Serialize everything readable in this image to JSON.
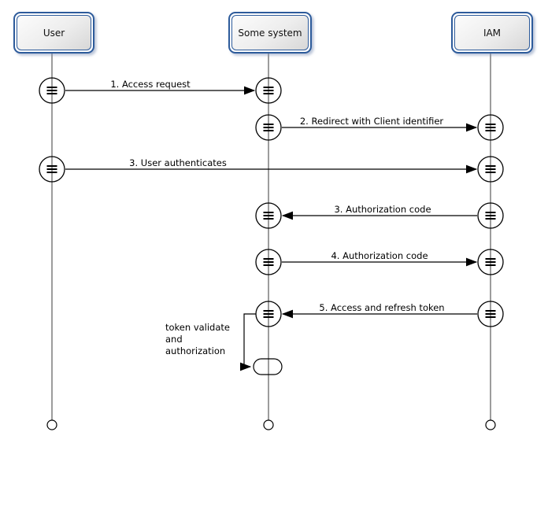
{
  "actors": [
    {
      "name": "User"
    },
    {
      "name": "Some system"
    },
    {
      "name": "IAM"
    }
  ],
  "messages": [
    {
      "label": "1. Access request",
      "from": "User",
      "to": "Some system",
      "direction": "right"
    },
    {
      "label": "2. Redirect with Client identifier",
      "from": "Some system",
      "to": "IAM",
      "direction": "right"
    },
    {
      "label": "3. User authenticates",
      "from": "User",
      "to": "IAM",
      "direction": "right"
    },
    {
      "label": "3. Authorization code",
      "from": "IAM",
      "to": "Some system",
      "direction": "left"
    },
    {
      "label": "4. Authorization code",
      "from": "Some system",
      "to": "IAM",
      "direction": "right"
    },
    {
      "label": "5. Access and refresh token",
      "from": "IAM",
      "to": "Some system",
      "direction": "left"
    }
  ],
  "self_message": {
    "actor": "Some system",
    "line1": "token validate",
    "line2": "and",
    "line3": "authorization"
  },
  "colors": {
    "actor_border": "#2d5b9b",
    "arrow_line": "#000000",
    "lifeline": "#5a5a5a",
    "background": "#ffffff"
  }
}
